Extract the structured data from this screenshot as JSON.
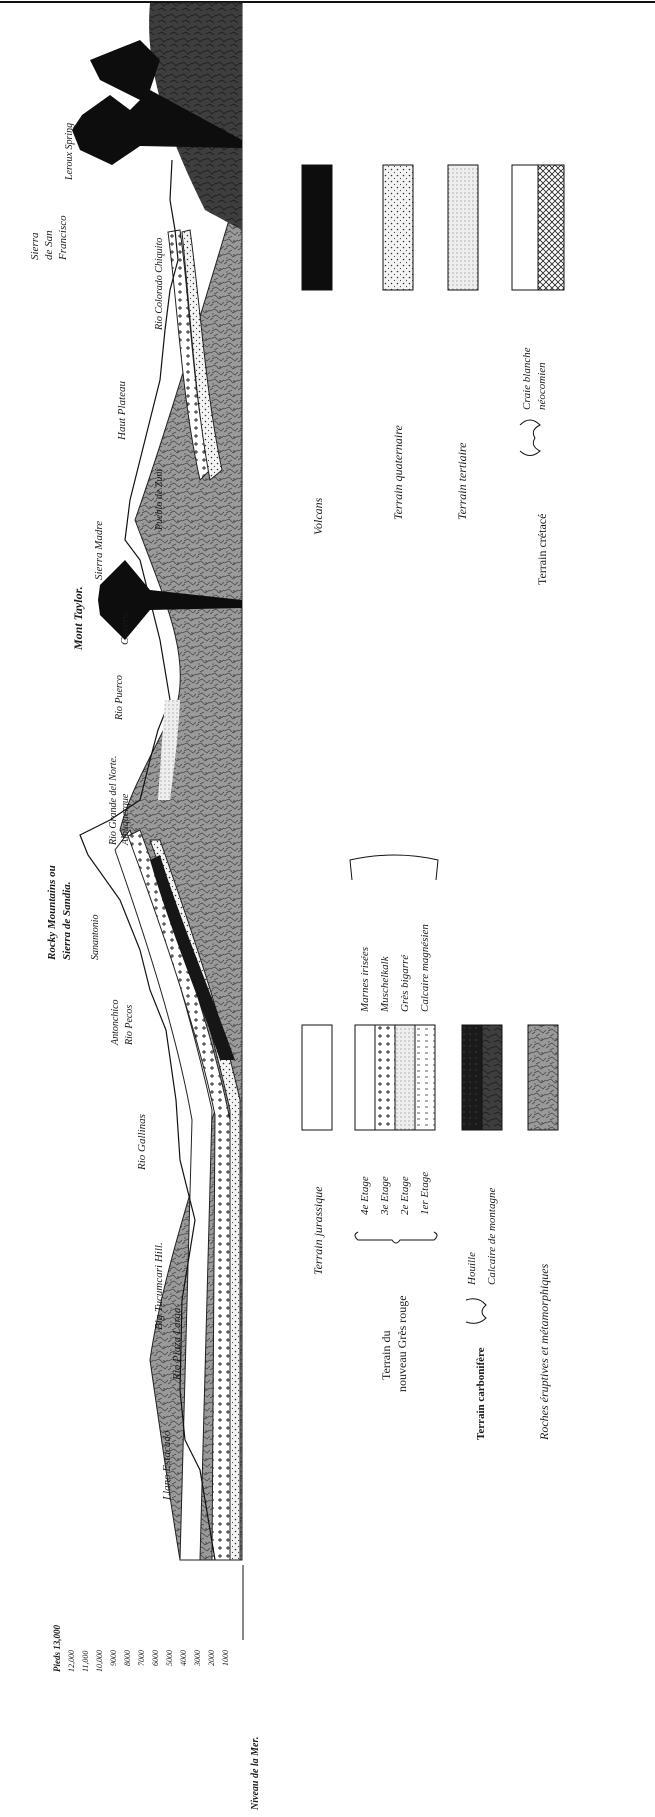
{
  "diagram": {
    "scale": {
      "label": "Pieds 13,000",
      "ticks": [
        "12,000",
        "11,000",
        "10,000",
        "9000",
        "8000",
        "7000",
        "6000",
        "5000",
        "4000",
        "3000",
        "2000",
        "1000"
      ],
      "sea_level": "Niveau de la Mer."
    },
    "places": {
      "llano": "Llano Estacado",
      "plaza_larga": "Rio Plaza Larga",
      "tucumcari": "Big Tucumcari Hill.",
      "gallinas": "Rio Gallinas",
      "pecos": "Rio Pecos",
      "anton_chico": "Antonchico",
      "san_antonio": "Sanantonio",
      "rocky_1": "Rocky Mountains ou",
      "rocky_2": "Sierra de Sandia.",
      "albuquerque": "Albuquerque",
      "rio_norte": "Rio Grande del Norte.",
      "rio_puerco": "Rio Puerco",
      "covero": "Covero",
      "mont_taylor": "Mont Taylor.",
      "sierra_madre": "Sierra Madre",
      "zuni": "Pueblo de Zuni",
      "haut_plateau": "Haut Plateau",
      "rio_colorado": "Rio Colorado Chiquito",
      "sf_1": "Sierra",
      "sf_2": "de San",
      "sf_3": "Francisco",
      "leroux": "Leroux Spring"
    },
    "legend": {
      "volcans": "Volcans",
      "quaternaire": "Terrain quaternaire",
      "tertiaire": "Terrain tertiaire",
      "cretace": "Terrain crétacé",
      "craie_1": "Craie blanche",
      "craie_2": "néocomien",
      "jurassique": "Terrain jurassique",
      "gres_1": "Terrain du",
      "gres_2": "nouveau Grès rouge",
      "etage4": "4e Etage",
      "etage3": "3e Etage",
      "etage2": "2e Etage",
      "etage1": "1er Etage",
      "marnes": "Marnes irisées",
      "muschelkalk": "Muschelkalk",
      "gres_bigarre": "Grès bigarré",
      "calcaire_mag": "Calcaire magnésien",
      "carbonifere": "Terrain carbonifère",
      "houille": "Houille",
      "calcaire_montagne": "Calcaire de montagne",
      "roches": "Roches éruptives et métamorphiques"
    }
  }
}
